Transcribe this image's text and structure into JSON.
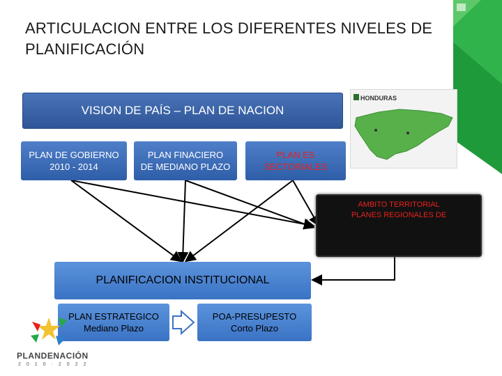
{
  "title": "ARTICULACION ENTRE LOS DIFERENTES NIVELES DE PLANIFICACIÓN",
  "vision": "VISION DE PAÍS – PLAN DE NACION",
  "plan_gobierno": [
    "PLAN DE GOBIERNO",
    "2010 - 2014"
  ],
  "plan_financiero": [
    "PLAN  FINACIERO",
    "DE MEDIANO PLAZO"
  ],
  "planes_sectoriales": [
    "PLAN ES",
    "SECTORIALES"
  ],
  "ambito_territorial": [
    "AMBITO TERRITORIAL",
    "PLANES REGIONALES DE"
  ],
  "planificacion_institucional": "PLANIFICACION INSTITUCIONAL",
  "plan_estrategico": [
    "PLAN ESTRATEGICO",
    "Mediano Plazo"
  ],
  "poa": [
    "POA-PRESUPESTO",
    "Corto Plazo"
  ],
  "map_label": "HONDURAS",
  "logo": {
    "name": "PLANDENACIÓN",
    "years": "2010·2022"
  },
  "colors": {
    "dark_blue": "#2e5597",
    "mid_blue": "#3a73c4",
    "green": "#27a84a",
    "red_text": "#e8211d",
    "territorial_bg": "#111111"
  }
}
